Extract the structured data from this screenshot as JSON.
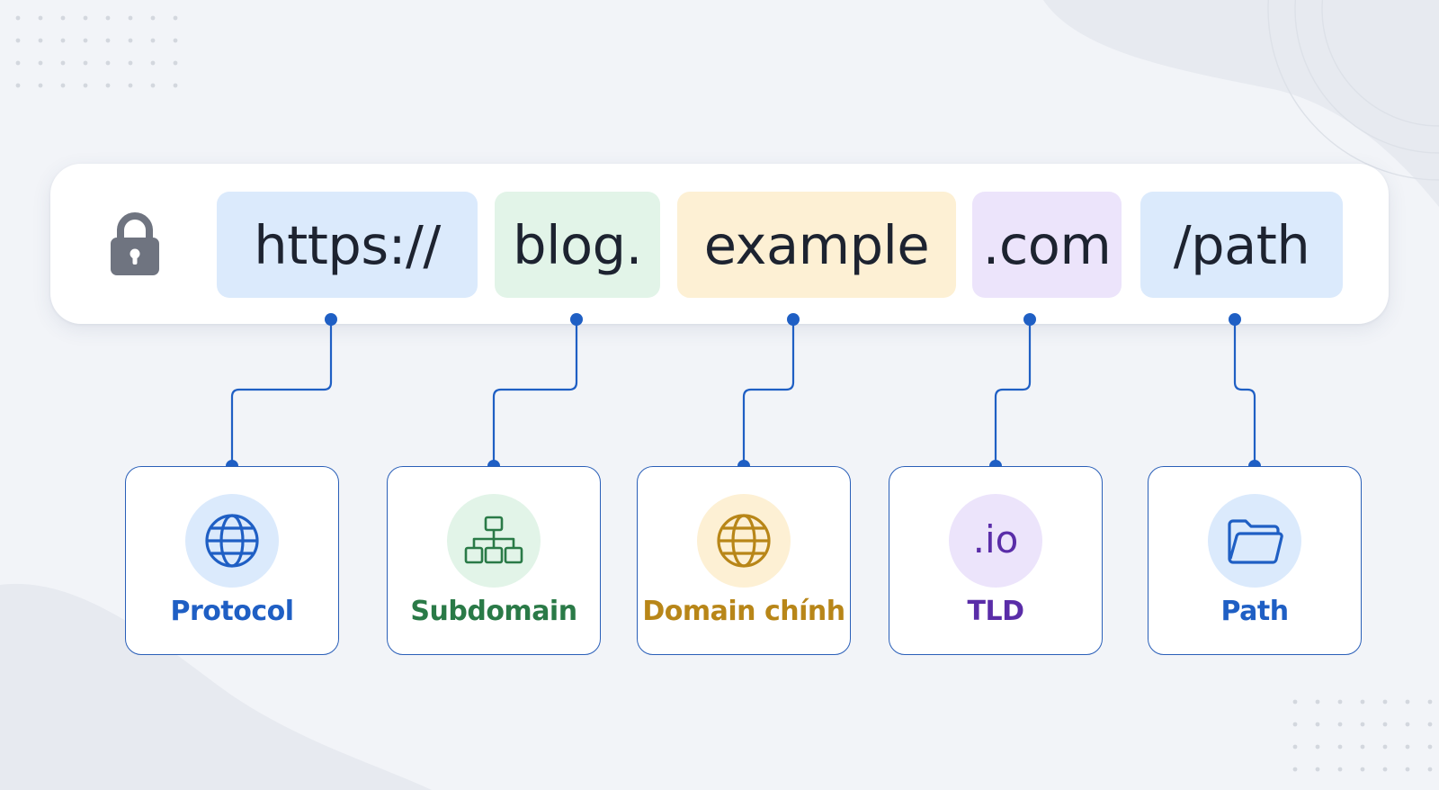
{
  "url": {
    "segments": [
      {
        "id": "protocol",
        "text": "https://"
      },
      {
        "id": "subdomain",
        "text": "blog."
      },
      {
        "id": "domain",
        "text": "example"
      },
      {
        "id": "tld",
        "text": ".com"
      },
      {
        "id": "path",
        "text": "/path"
      }
    ]
  },
  "cards": [
    {
      "id": "protocol",
      "label": "Protocol",
      "icon": "globe-icon",
      "color": "#1f5fc4",
      "circle": "#dbeafc"
    },
    {
      "id": "subdomain",
      "label": "Subdomain",
      "icon": "sitemap-icon",
      "color": "#2a7a47",
      "circle": "#e2f4e8"
    },
    {
      "id": "domain",
      "label": "Domain chính",
      "icon": "globe-icon",
      "color": "#b88618",
      "circle": "#fdf0d4"
    },
    {
      "id": "tld",
      "label": "TLD",
      "icon": "tld-text-icon",
      "icon_text": ".io",
      "color": "#5a2da8",
      "circle": "#ece4fb"
    },
    {
      "id": "path",
      "label": "Path",
      "icon": "folder-icon",
      "color": "#1f5fc4",
      "circle": "#dbeafc"
    }
  ],
  "icons": {
    "lock": "lock-icon"
  },
  "colors": {
    "connector": "#1f5fc4",
    "card_border": "#2a5fb8",
    "background": "#f2f4f8"
  }
}
